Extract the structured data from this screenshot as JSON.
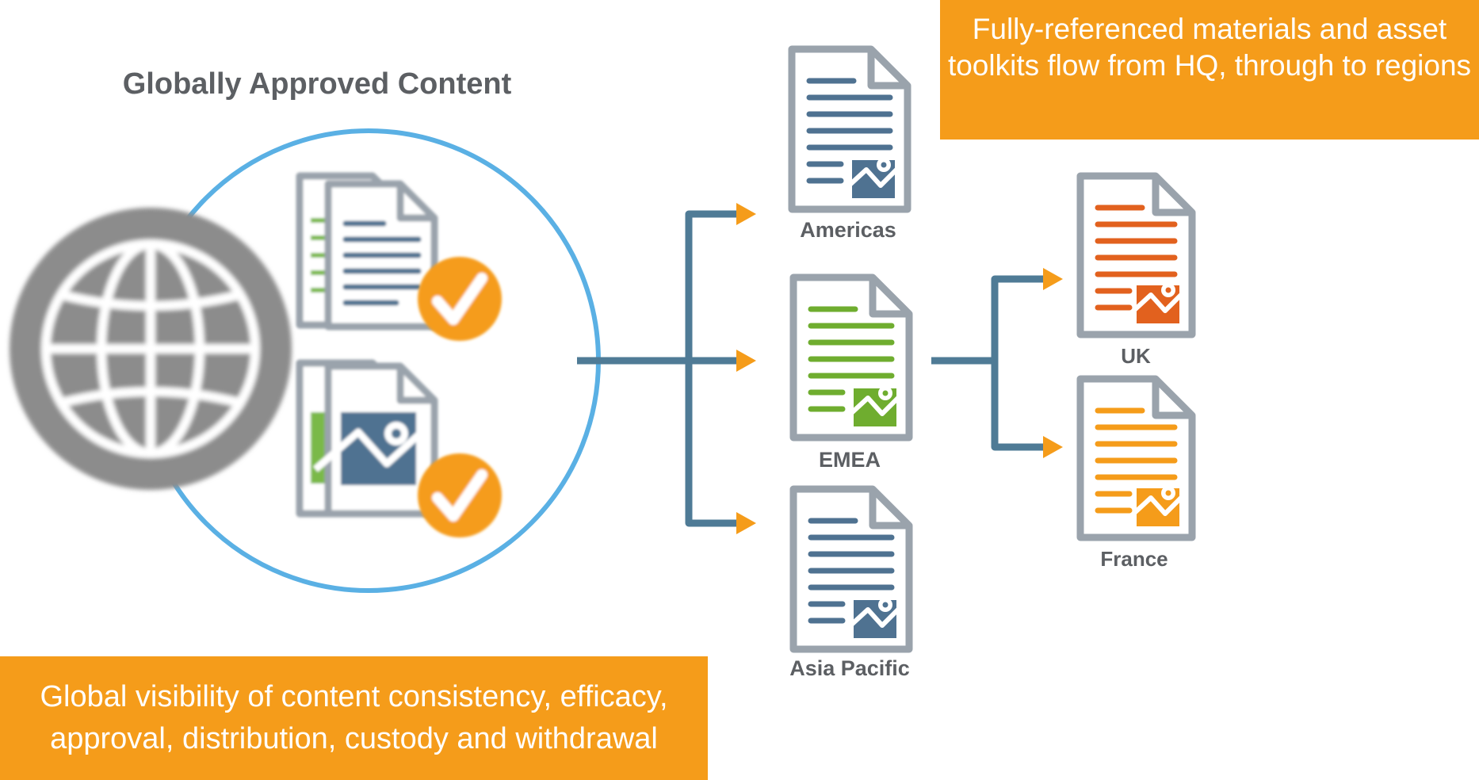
{
  "title": "Globally Approved Content",
  "callouts": {
    "top": "Fully-referenced materials and asset toolkits flow from HQ, through to regions",
    "bottom": "Global visibility of content consistency, efficacy, approval, distribution, custody and withdrawal"
  },
  "regions": [
    {
      "label": "Americas",
      "icon": "document-icon",
      "color": "#4f7291"
    },
    {
      "label": "EMEA",
      "icon": "document-icon",
      "color": "#6fad2f"
    },
    {
      "label": "Asia Pacific",
      "icon": "document-icon",
      "color": "#4f7291"
    }
  ],
  "countries": [
    {
      "label": "UK",
      "icon": "document-icon",
      "color": "#e2611e"
    },
    {
      "label": "France",
      "icon": "document-icon",
      "color": "#f59c1a"
    }
  ],
  "colors": {
    "globe": "#8c8c8c",
    "ring": "#5ab0e4",
    "connector": "#4f7b96",
    "arrowhead": "#f59c1a",
    "check_badge": "#f59c1a",
    "doc_outline": "#9aa3ac"
  }
}
